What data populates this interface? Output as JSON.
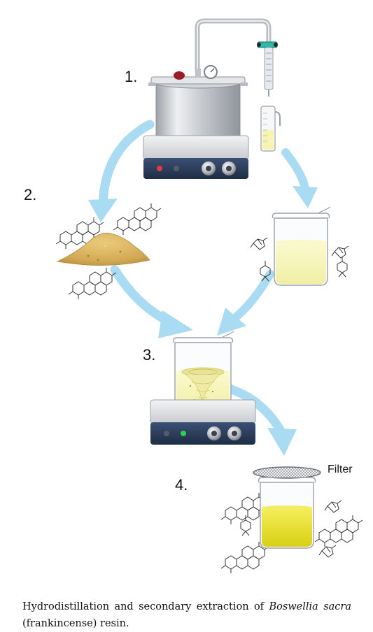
{
  "steps": {
    "one": "1.",
    "two": "2.",
    "three": "3.",
    "four": "4."
  },
  "filter_label": "Filter",
  "caption": {
    "part1": "Hydrodistillation and secondary extraction of ",
    "italic1": "Boswellia sacra",
    "part2": " (frankincense) resin."
  },
  "colors": {
    "arrow": "#a9dcf2",
    "steel": "#c9ccd1",
    "plate_base": "#2d3f5c",
    "oil_light": "#f6f5b8",
    "oil_bright": "#ece53a",
    "resin": "#d7b161",
    "red_indicator": "#e23b3b",
    "green_indicator": "#2bd14c"
  }
}
